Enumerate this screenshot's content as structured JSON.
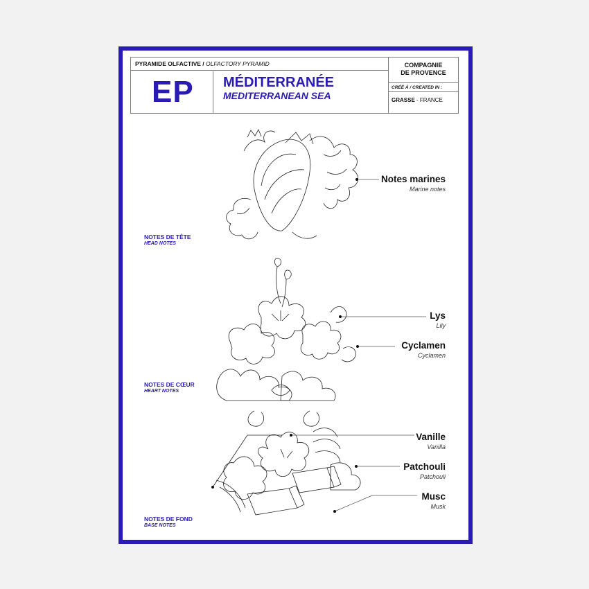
{
  "header": {
    "pyramid_fr": "PYRAMIDE OLFACTIVE /",
    "pyramid_en": "OLFACTORY PYRAMID",
    "code": "EP",
    "name_fr": "MÉDITERRANÉE",
    "name_en": "MEDITERRANEAN SEA",
    "company_line1": "COMPAGNIE",
    "company_line2": "DE PROVENCE",
    "created_label": "CRÉÉ À / CREATED IN :",
    "place_city": "GRASSE",
    "place_sep": " - ",
    "place_country": "FRANCE"
  },
  "tiers": {
    "head": {
      "fr": "NOTES DE TÊTE",
      "en": "HEAD NOTES"
    },
    "heart": {
      "fr": "NOTES DE CŒUR",
      "en": "HEART NOTES"
    },
    "base": {
      "fr": "NOTES DE FOND",
      "en": "BASE NOTES"
    }
  },
  "notes": {
    "marine": {
      "fr": "Notes marines",
      "en": "Marine notes"
    },
    "lys": {
      "fr": "Lys",
      "en": "Lily"
    },
    "cyclamen": {
      "fr": "Cyclamen",
      "en": "Cyclamen"
    },
    "vanille": {
      "fr": "Vanille",
      "en": "Vanilla"
    },
    "patchouli": {
      "fr": "Patchouli",
      "en": "Patchouli"
    },
    "musc": {
      "fr": "Musc",
      "en": "Musk"
    }
  },
  "colors": {
    "accent": "#2a1bb5",
    "frame_background": "#ffffff",
    "page_background": "#f2f2f2"
  }
}
